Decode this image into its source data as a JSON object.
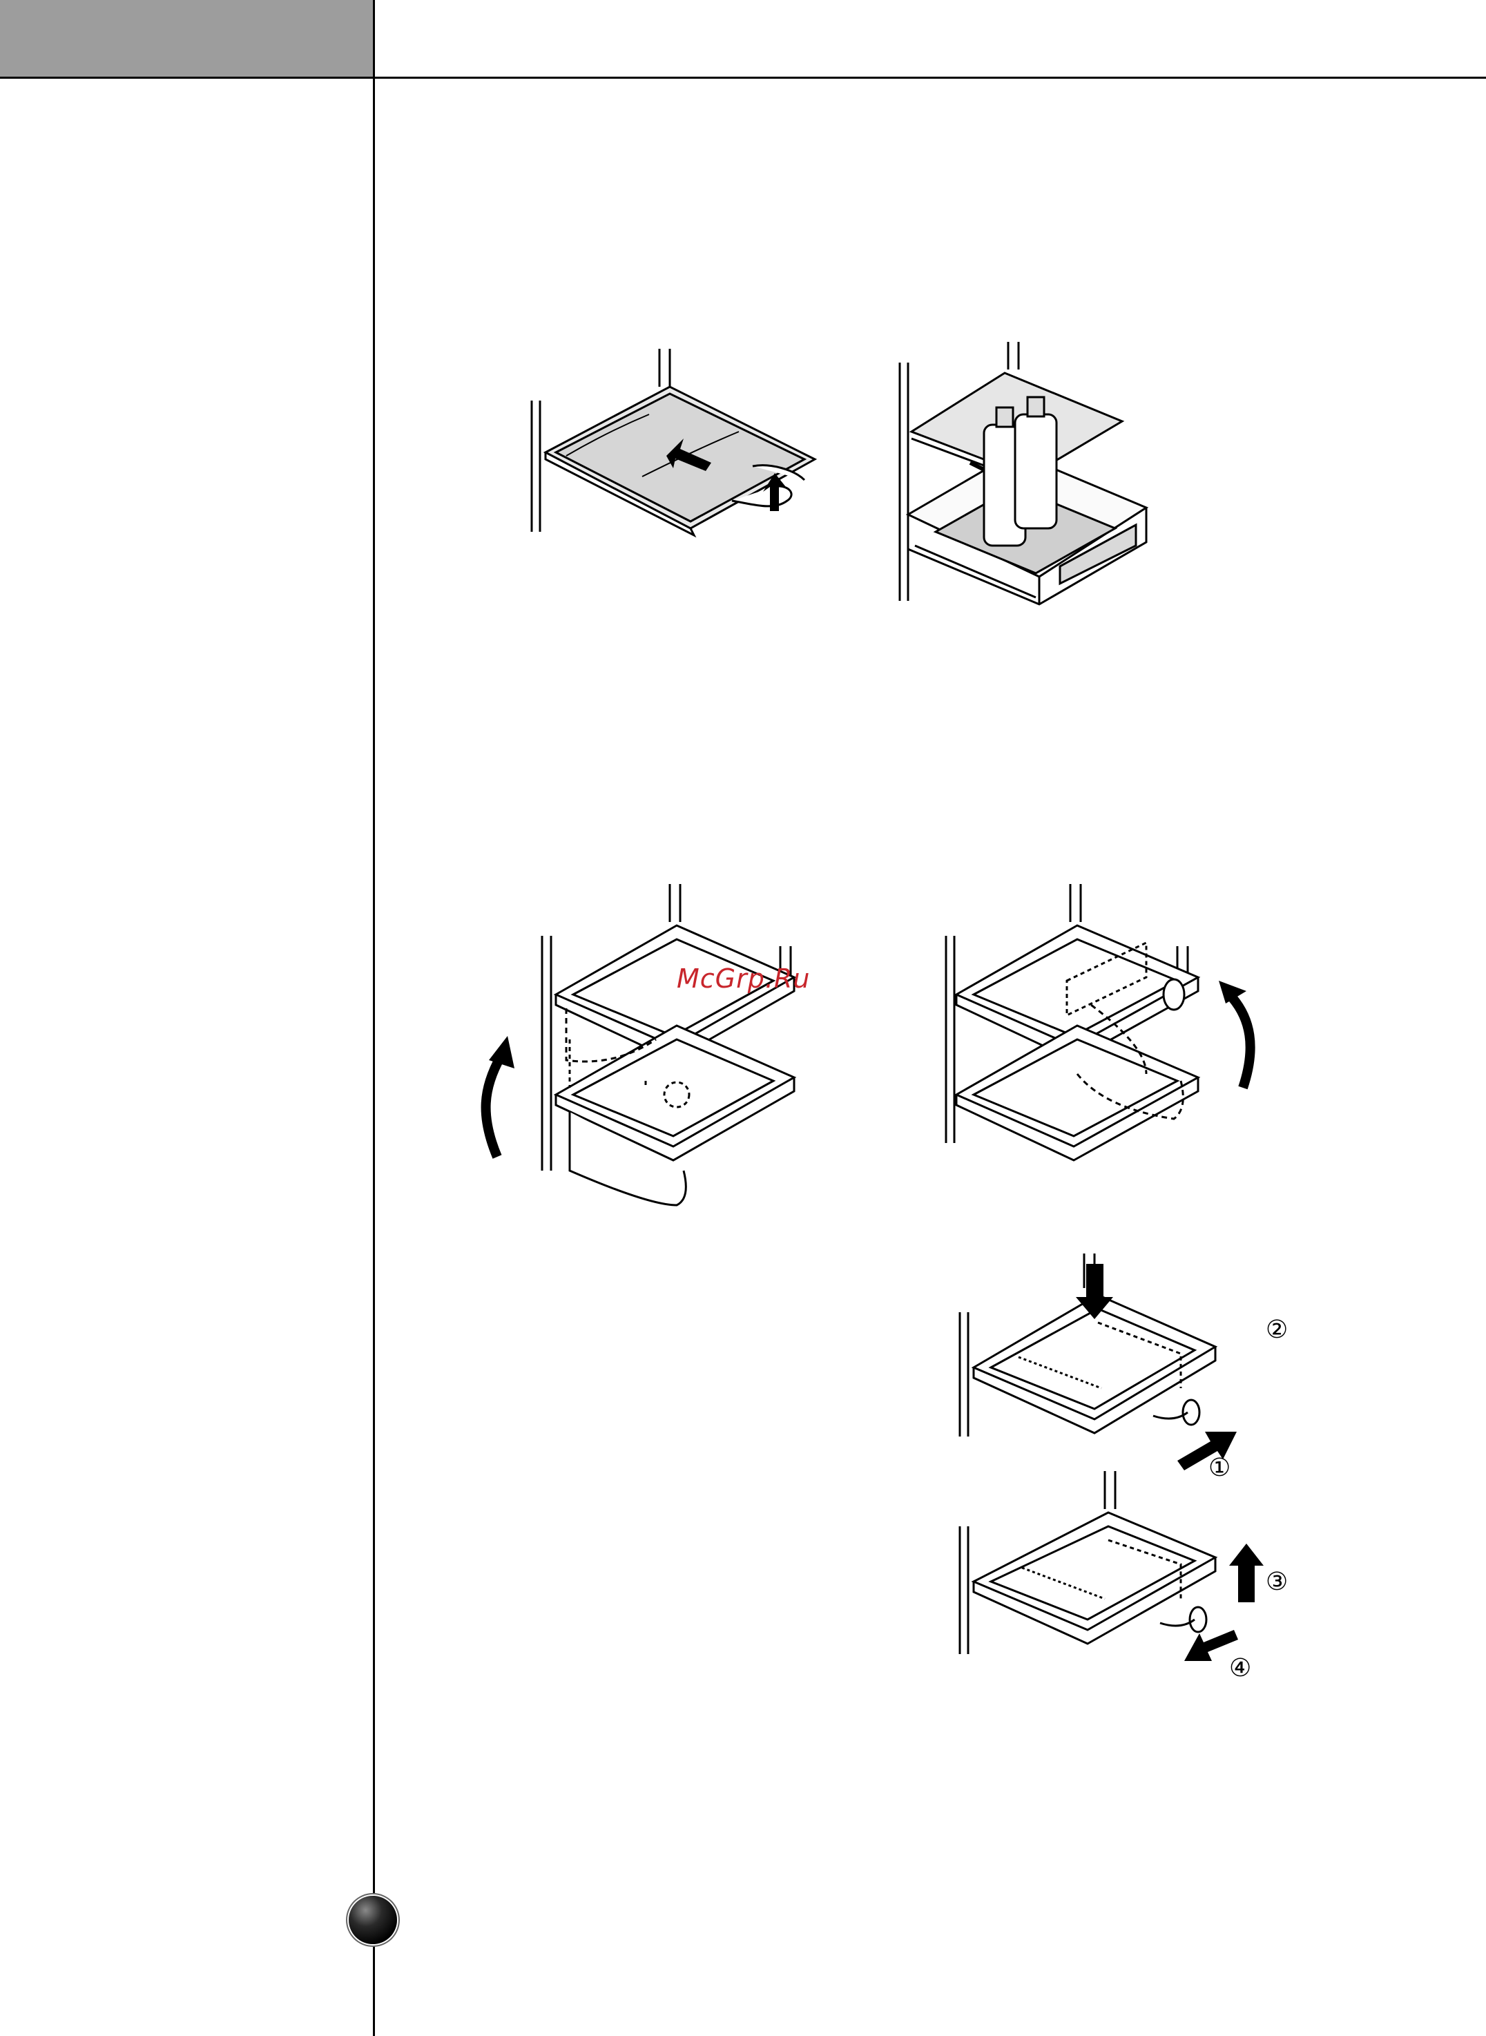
{
  "watermark": {
    "text": "McGrp.Ru",
    "color": "#c8262c"
  },
  "header": {
    "tab_color": "#9d9d9d"
  },
  "figures": {
    "shelf_slide": {
      "icon": "shelf-slide-illustration"
    },
    "shelf_bottles": {
      "icon": "shelf-with-bottles-illustration"
    },
    "folding_shelf_left": {
      "icon": "folding-shelf-illustration"
    },
    "folding_shelf_right": {
      "icon": "folding-shelf-illustration"
    },
    "shelf_install": {
      "icon": "shelf-install-illustration"
    },
    "shelf_remove": {
      "icon": "shelf-remove-illustration"
    }
  },
  "steps": {
    "step1": "①",
    "step2": "②",
    "step3": "③",
    "step4": "④"
  },
  "page_bullet": {
    "icon": "page-bullet-icon"
  }
}
